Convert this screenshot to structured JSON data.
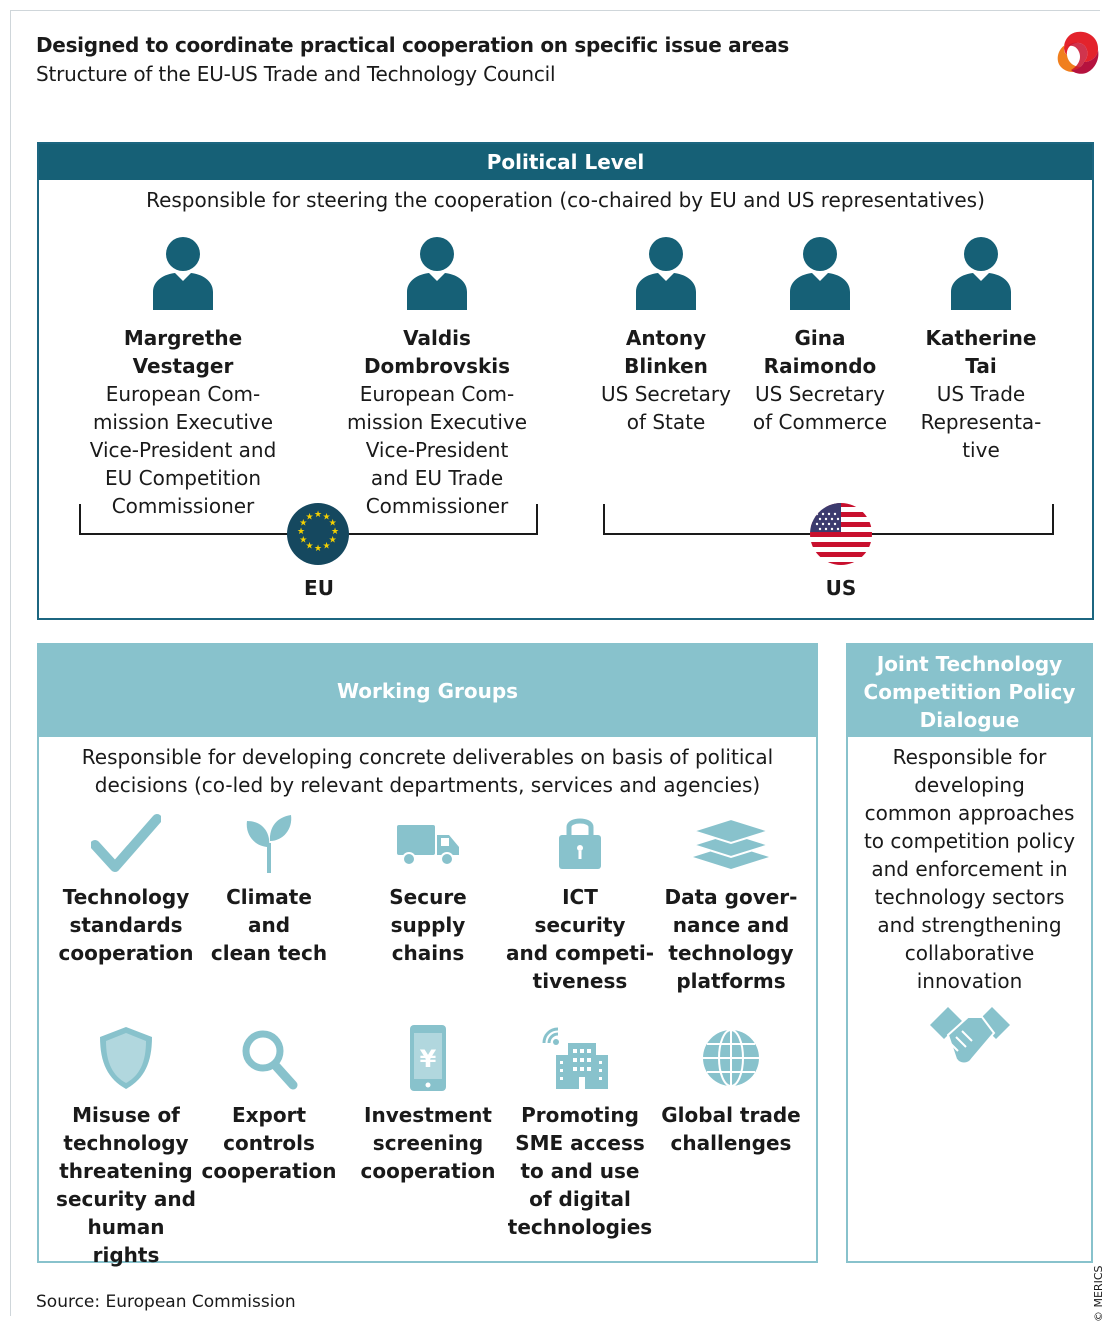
{
  "header": {
    "title": "Designed to coordinate practical cooperation on specific issue areas",
    "subtitle": "Structure of the EU-US Trade and Technology Council"
  },
  "political": {
    "heading": "Political Level",
    "description": "Responsible for steering the cooperation (co-chaired by EU and US representatives)",
    "people": [
      {
        "name": "Margrethe Vestager",
        "role": [
          "European Com-",
          "mission Executive",
          "Vice-President and",
          "EU Competition",
          "Commissioner"
        ]
      },
      {
        "name": "Valdis Dombrovskis",
        "role": [
          "European Com-",
          "mission Executive",
          "Vice-President",
          "and EU Trade",
          "Commissioner"
        ]
      },
      {
        "name": [
          "Antony",
          "Blinken"
        ],
        "role": [
          "US Secretary",
          "of State"
        ]
      },
      {
        "name": [
          "Gina",
          "Raimondo"
        ],
        "role": [
          "US Secretary",
          "of Commerce"
        ]
      },
      {
        "name": [
          "Katherine",
          "Tai"
        ],
        "role": [
          "US Trade",
          "Representa-",
          "tive"
        ]
      }
    ],
    "eu_label": "EU",
    "us_label": "US"
  },
  "working_groups": {
    "heading": "Working Groups",
    "description": [
      "Responsible for developing concrete deliverables on basis of political",
      "decisions (co-led by relevant departments, services and agencies)"
    ],
    "items": [
      {
        "icon": "checkmark-icon",
        "label": [
          "Technology",
          "standards",
          "cooperation"
        ]
      },
      {
        "icon": "leaf-sprout-icon",
        "label": [
          "Climate",
          "and",
          "clean tech"
        ]
      },
      {
        "icon": "truck-icon",
        "label": [
          "Secure",
          "supply",
          "chains"
        ]
      },
      {
        "icon": "padlock-icon",
        "label": [
          "ICT",
          "security",
          "and competi-",
          "tiveness"
        ]
      },
      {
        "icon": "layers-icon",
        "label": [
          "Data gover-",
          "nance and",
          "technology",
          "platforms"
        ]
      },
      {
        "icon": "shield-icon",
        "label": [
          "Misuse of",
          "technology",
          "threatening",
          "security and",
          "human rights"
        ]
      },
      {
        "icon": "magnifier-icon",
        "label": [
          "Export",
          "controls",
          "cooperation"
        ]
      },
      {
        "icon": "smartphone-yen-icon",
        "label": [
          "Investment",
          "screening",
          "cooperation"
        ]
      },
      {
        "icon": "wifi-building-icon",
        "label": [
          "Promoting",
          "SME access",
          "to and use",
          "of digital",
          "technologies"
        ]
      },
      {
        "icon": "globe-icon",
        "label": [
          "Global trade",
          "challenges"
        ]
      }
    ]
  },
  "joint_dialogue": {
    "heading": [
      "Joint Technology",
      "Competition Policy",
      "Dialogue"
    ],
    "description": [
      "Responsible for",
      "developing",
      "common approaches",
      "to competition policy",
      "and enforcement in",
      "technology sectors",
      "and strengthening",
      "collaborative",
      "innovation"
    ],
    "icon": "handshake-icon"
  },
  "colors": {
    "dark_teal": "#166076",
    "light_teal": "#88c2cc",
    "eu_blue": "#15485f",
    "eu_star": "#f5d000",
    "us_red": "#c8102e",
    "merics_red": "#e3232c"
  },
  "footer": {
    "source": "Source: European Commission",
    "copyright": "© MERICS"
  }
}
